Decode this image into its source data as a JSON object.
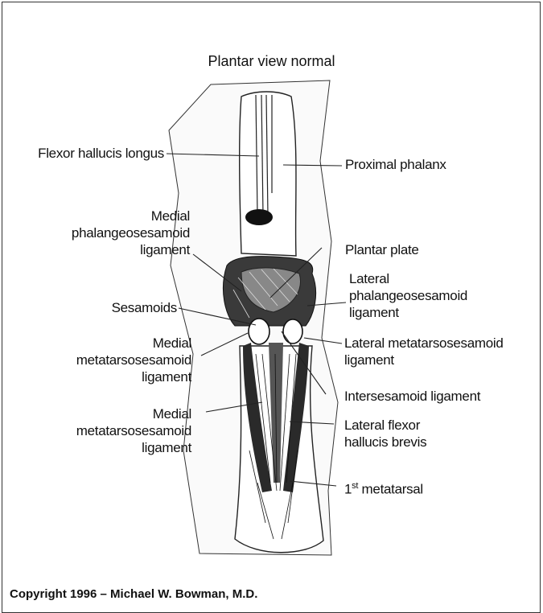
{
  "title": "Plantar view normal",
  "labels": {
    "flexor_hallucis_longus": "Flexor hallucis longus",
    "proximal_phalanx": "Proximal phalanx",
    "medial_phalangeosesamoid": "Medial\nphalangeosesamoid\nligament",
    "plantar_plate": "Plantar plate",
    "lateral_phalangeosesamoid": "Lateral\nphalangeosesamoid\nligament",
    "sesamoids": "Sesamoids",
    "medial_metatarsosesamoid_1": "Medial\nmetatarsosesamoid\nligament",
    "lateral_metatarsosesamoid": "Lateral metatarsosesamoid\nligament",
    "intersesamoid": "Intersesamoid ligament",
    "medial_metatarsosesamoid_2": "Medial\nmetatarsosesamoid\nligament",
    "lateral_flexor_hallucis_brevis": "Lateral flexor\nhallucis brevis",
    "first_metatarsal_num": "1",
    "first_metatarsal_sup": "st",
    "first_metatarsal_text": " metatarsal"
  },
  "copyright": "Copyright 1996 – Michael W. Bowman, M.D."
}
